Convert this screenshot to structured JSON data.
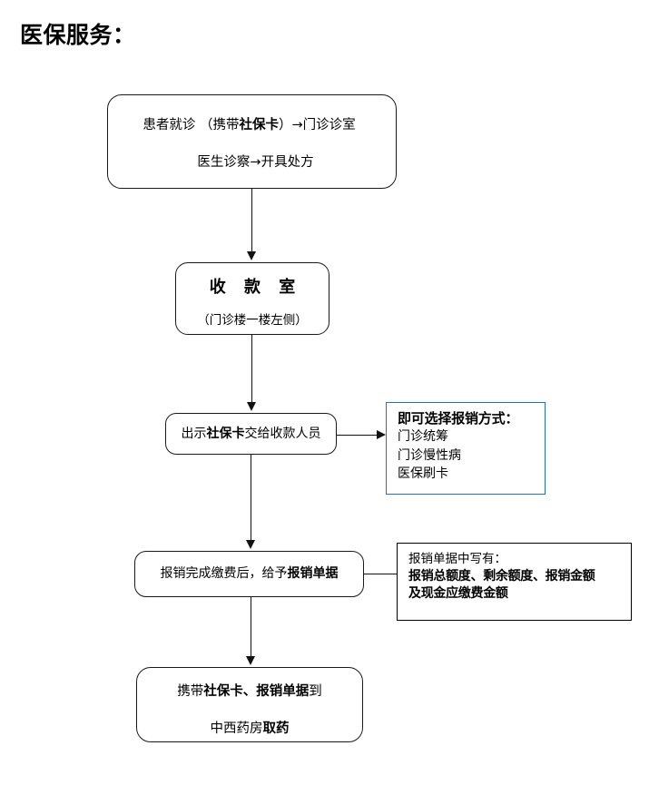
{
  "page": {
    "title": "医保服务："
  },
  "flow": {
    "nodes": [
      {
        "id": "start",
        "line1_pre": "患者就诊 （携带",
        "line1_bold": "社保卡",
        "line1_post": "）→门诊诊室",
        "line2": "医生诊察→开具处方"
      },
      {
        "id": "cashier",
        "title": "收 款 室",
        "subtitle": "（门诊楼一楼左侧）"
      },
      {
        "id": "show-card",
        "line1_pre": "出示",
        "line1_bold": "社保卡",
        "line1_post": "交给收款人员"
      },
      {
        "id": "receipt",
        "line1_pre": "报销完成缴费后，给予",
        "line1_bold": "报销单据"
      },
      {
        "id": "pharmacy",
        "line1_pre": "携带",
        "line1_bold": "社保卡、报销单据",
        "line1_post": "到",
        "line2_pre": "中西药房",
        "line2_bold": "取药"
      }
    ]
  },
  "callouts": {
    "methods": {
      "heading": "即可选择报销方式：",
      "options": [
        "门诊统筹",
        "门诊慢性病",
        "医保刷卡"
      ],
      "border_color": "#2072bd"
    },
    "receipt_detail": {
      "heading": "报销单据中写有：",
      "strong_line1": "报销总额度、剩余额度、报销金额",
      "strong_line2": "及现金应缴费金额",
      "border_color": "#000000"
    }
  },
  "connectors": {
    "start_to_cashier": "arrow-down",
    "cashier_to_show_card": "arrow-down",
    "show_card_to_receipt": "arrow-down",
    "receipt_to_pharmacy": "arrow-down",
    "show_card_to_methods": "arrow-right",
    "receipt_to_detail": "line"
  }
}
